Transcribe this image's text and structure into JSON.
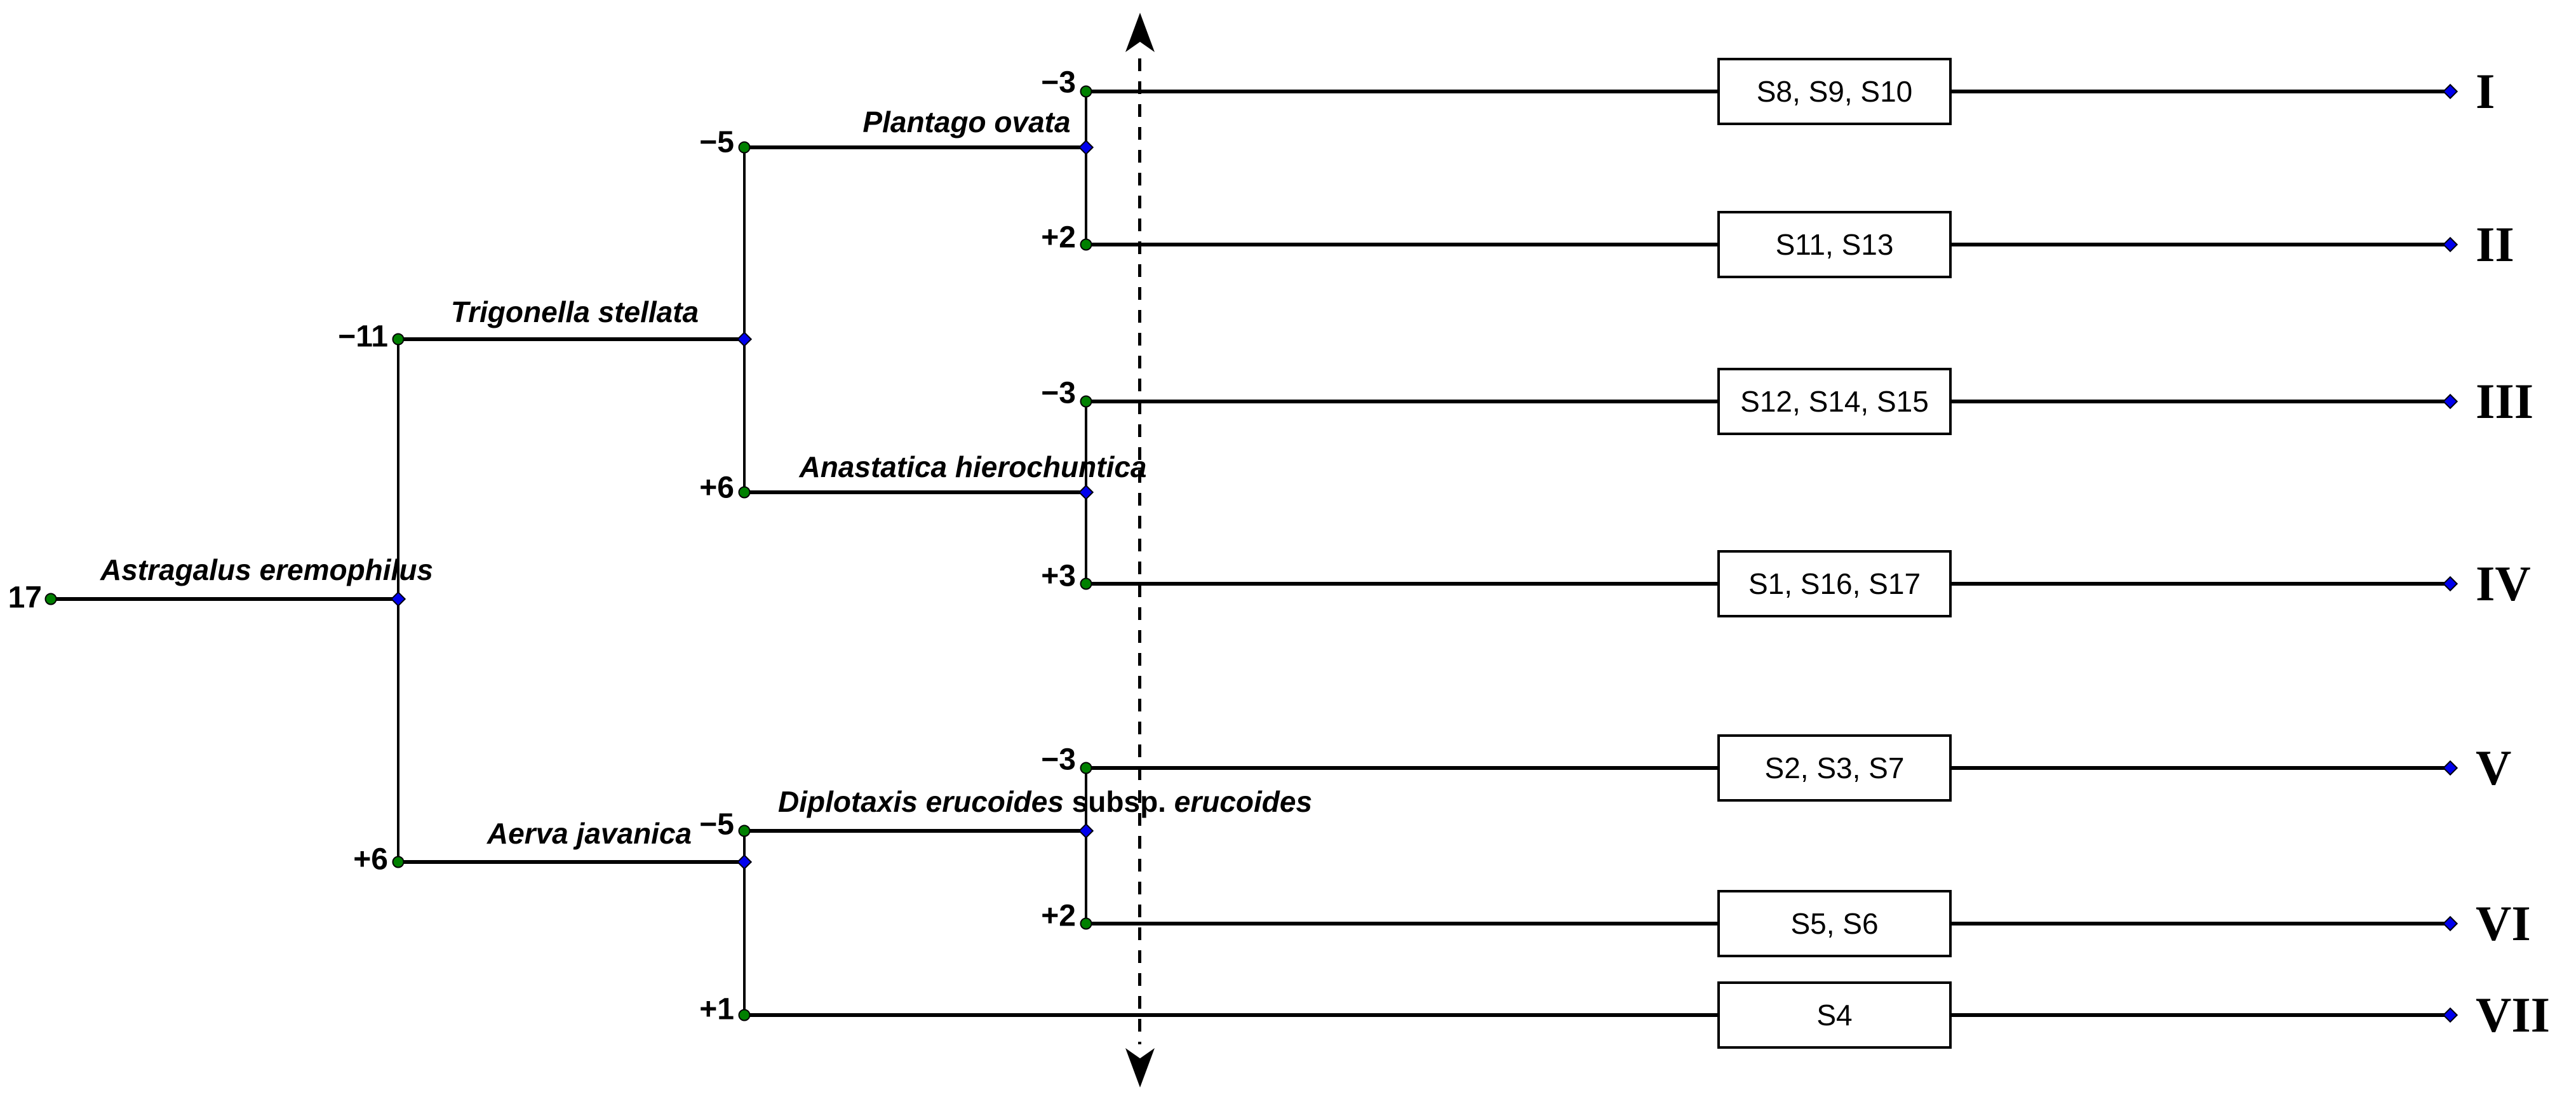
{
  "diagram": {
    "type": "phylogenetic-dendrogram",
    "root": {
      "support": "17",
      "taxon": "Astragalus eremophilus"
    },
    "internal_nodes": {
      "trigonella": {
        "support": "−11",
        "taxon": "Trigonella stellata"
      },
      "plantago": {
        "support": "−5",
        "taxon": "Plantago ovata"
      },
      "anastatica": {
        "support": "+6",
        "taxon": "Anastatica hierochuntica"
      },
      "aerva": {
        "support": "+6",
        "taxon": "Aerva javanica"
      },
      "diplotaxis": {
        "support": "−5",
        "taxon_italic_1": "Diplotaxis erucoides",
        "taxon_upright": "subsp.",
        "taxon_italic_2": "erucoides"
      }
    },
    "leaves": [
      {
        "numeral": "I",
        "support": "−3",
        "samples": "S8, S9, S10"
      },
      {
        "numeral": "II",
        "support": "+2",
        "samples": "S11, S13"
      },
      {
        "numeral": "III",
        "support": "−3",
        "samples": "S12, S14, S15"
      },
      {
        "numeral": "IV",
        "support": "+3",
        "samples": "S1, S16, S17"
      },
      {
        "numeral": "V",
        "support": "−3",
        "samples": "S2, S3, S7"
      },
      {
        "numeral": "VI",
        "support": "+2",
        "samples": "S5, S6"
      },
      {
        "numeral": "VII",
        "support": "+1",
        "samples": "S4"
      }
    ],
    "colors": {
      "background": "#ffffff",
      "line": "#000000",
      "internal_node_marker": "#008000",
      "junction_marker": "#0000ee",
      "box_border": "#000000"
    },
    "icons": {
      "axis": "dashed-vertical-double-arrow"
    }
  }
}
